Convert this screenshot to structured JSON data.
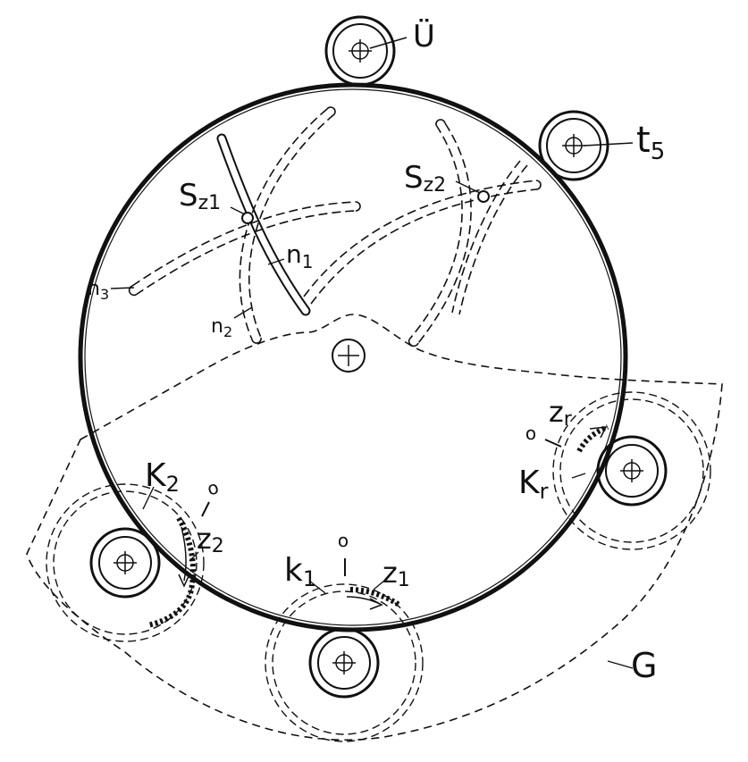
{
  "labels": {
    "u": "Ü",
    "t5": {
      "main": "t",
      "sub": "5"
    },
    "sz1": {
      "main": "S",
      "sub": "z1"
    },
    "sz2": {
      "main": "S",
      "sub": "z2"
    },
    "n1": {
      "main": "n",
      "sub": "1"
    },
    "n2": {
      "main": "n",
      "sub": "2"
    },
    "n3": {
      "main": "n",
      "sub": "3"
    },
    "zr": {
      "main": "z",
      "sub": "r"
    },
    "kr": {
      "main": "K",
      "sub": "r"
    },
    "k2": {
      "main": "K",
      "sub": "2"
    },
    "z2": {
      "main": "z",
      "sub": "2"
    },
    "k1": {
      "main": "k",
      "sub": "1"
    },
    "z1": {
      "main": "z",
      "sub": "1"
    },
    "o": "o",
    "g": "G"
  }
}
